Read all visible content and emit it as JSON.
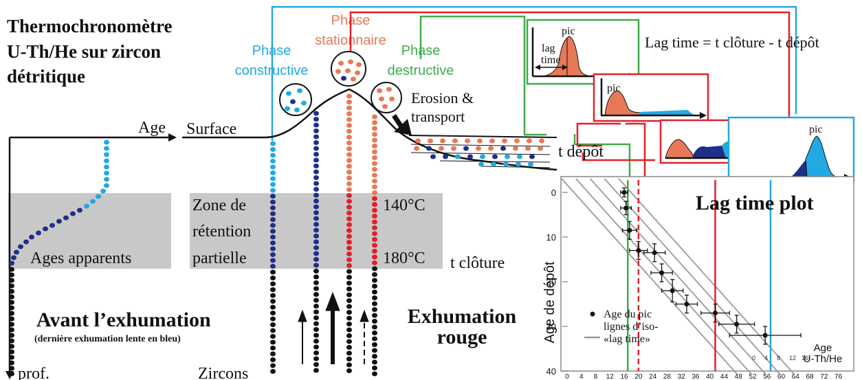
{
  "title": [
    "Thermochronomètre",
    "U-Th/He sur zircon",
    "détritique"
  ],
  "phases": {
    "constructive": [
      "Phase",
      "constructive"
    ],
    "stationnaire": [
      "Phase",
      "stationnaire"
    ],
    "destructive": [
      "Phase",
      "destructive"
    ]
  },
  "erosion": [
    "Erosion &",
    "transport"
  ],
  "lag_formula": "Lag time = t clôture - t dépôt",
  "pic": "pic",
  "lag_time": [
    "lag",
    "time"
  ],
  "labels": {
    "age": "Age",
    "surface": "Surface",
    "t_depot": "t dépôt",
    "zone": [
      "Zone de",
      "rétention",
      "partielle"
    ],
    "temp_140": "140°C",
    "temp_180": "180°C",
    "t_cloture": "t clôture",
    "ages_apparents": "Ages apparents",
    "avant": "Avant l’exhumation",
    "avant_sub": "(dernière exhumation lente en bleu)",
    "exhumation": [
      "Exhumation",
      "rouge"
    ],
    "prof": "prof.",
    "zircons": "Zircons"
  },
  "plot": {
    "title": "Lag time plot",
    "ylabel": "Age de dépôt",
    "xlabel": [
      "Age",
      "U-Th/He"
    ],
    "y_ticks": [
      "0",
      "10",
      "20",
      "30",
      "40"
    ],
    "x_ticks": [
      "0",
      "4",
      "8",
      "12",
      "16",
      "20",
      "24",
      "28",
      "32",
      "36",
      "40",
      "44",
      "48",
      "52",
      "56",
      "60",
      "64",
      "68",
      "72",
      "76"
    ],
    "iso_labels": [
      "0",
      "4",
      "8",
      "12",
      "16"
    ],
    "legend": [
      "Age du pic",
      "lignes d’iso-",
      "«lag time»"
    ]
  },
  "colors": {
    "light_blue": "#22a9e1",
    "dark_blue": "#1f2e87",
    "red": "#e0202a",
    "salmon": "#e77957",
    "green": "#3fac49",
    "grey_zone": "#c8c8c9"
  },
  "chart_data": {
    "type": "scatter",
    "title": "Lag time plot",
    "xlabel": "Age U-Th/He",
    "ylabel": "Age de dépôt",
    "xlim": [
      0,
      78
    ],
    "ylim": [
      40,
      0
    ],
    "grid": false,
    "legend": "bottom-left",
    "series": [
      {
        "name": "Age du pic",
        "points": [
          {
            "x": 16,
            "y": 0,
            "xerr": 1,
            "yerr": 1
          },
          {
            "x": 16.5,
            "y": 3.5,
            "xerr": 1.5,
            "yerr": 1.5
          },
          {
            "x": 17.5,
            "y": 8.5,
            "xerr": 2,
            "yerr": 2
          },
          {
            "x": 20,
            "y": 13,
            "xerr": 2.5,
            "yerr": 2
          },
          {
            "x": 24.5,
            "y": 13.5,
            "xerr": 3,
            "yerr": 2
          },
          {
            "x": 26.5,
            "y": 18,
            "xerr": 3,
            "yerr": 2
          },
          {
            "x": 29.5,
            "y": 22,
            "xerr": 3,
            "yerr": 2.5
          },
          {
            "x": 33.5,
            "y": 25,
            "xerr": 3,
            "yerr": 2
          },
          {
            "x": 41.5,
            "y": 27,
            "xerr": 4,
            "yerr": 2
          },
          {
            "x": 47.5,
            "y": 29.5,
            "xerr": 5,
            "yerr": 2
          },
          {
            "x": 55.5,
            "y": 32,
            "xerr": 10,
            "yerr": 2
          }
        ]
      }
    ],
    "iso_lag_lines": [
      0,
      4,
      8,
      12,
      16
    ],
    "vertical_markers": [
      {
        "x": 17,
        "color": "green"
      },
      {
        "x": 20,
        "color": "red"
      },
      {
        "x": 41.5,
        "color": "red"
      },
      {
        "x": 57,
        "color": "light_blue"
      }
    ]
  }
}
